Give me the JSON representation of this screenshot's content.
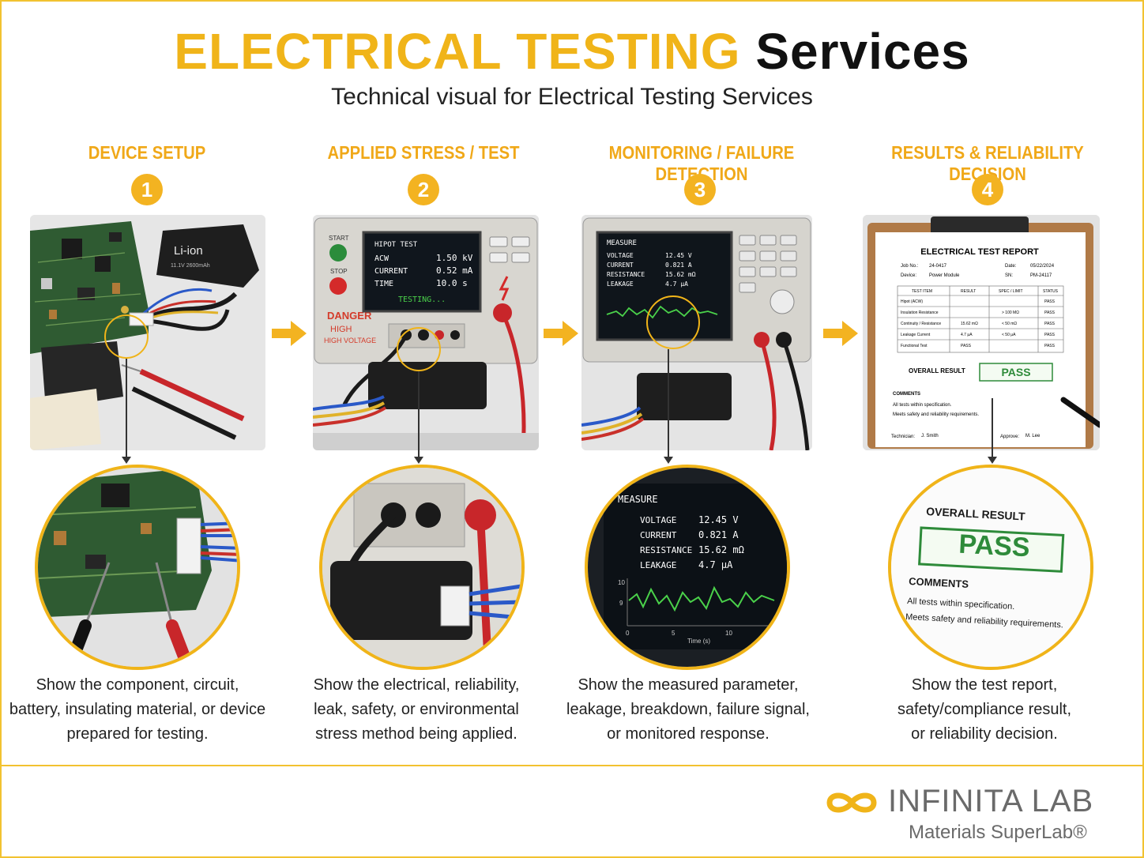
{
  "header": {
    "title_accent": "ELECTRICAL TESTING",
    "title_rest": "Services",
    "subtitle": "Technical visual for Electrical Testing Services"
  },
  "steps": [
    {
      "number": "1",
      "heading": "DEVICE SETUP",
      "caption": [
        "Show the component, circuit,",
        "battery, insulating material, or device",
        "prepared for testing."
      ],
      "battery_label": "Li-ion",
      "battery_spec": "11.1V 2600mAh"
    },
    {
      "number": "2",
      "heading": "APPLIED STRESS / TEST",
      "caption": [
        "Show the electrical, reliability,",
        "leak, safety, or environmental",
        "stress method being applied."
      ],
      "start_label": "START",
      "stop_label": "STOP",
      "danger_label": "DANGER",
      "high_label": "HIGH",
      "high_voltage_label": "HIGH VOLTAGE",
      "screen": {
        "title": "HIPOT TEST",
        "rows": [
          {
            "label": "ACW",
            "value": "1.50 kV"
          },
          {
            "label": "CURRENT",
            "value": "0.52 mA"
          },
          {
            "label": "TIME",
            "value": "10.0 s"
          }
        ],
        "status": "TESTING..."
      }
    },
    {
      "number": "3",
      "heading": "MONITORING / FAILURE DETECTION",
      "caption": [
        "Show the measured parameter,",
        "leakage, breakdown, failure signal,",
        "or monitored response."
      ],
      "screen": {
        "title": "MEASURE",
        "rows": [
          {
            "label": "VOLTAGE",
            "value": "12.45 V"
          },
          {
            "label": "CURRENT",
            "value": "0.821 A"
          },
          {
            "label": "RESISTANCE",
            "value": "15.62 mΩ"
          },
          {
            "label": "LEAKAGE",
            "value": "4.7  μA"
          }
        ],
        "axis_y_top": "10",
        "axis_y_mid": "9",
        "axis_x": [
          "0",
          "5",
          "10"
        ],
        "axis_x_label": "Time (s)"
      }
    },
    {
      "number": "4",
      "heading": "RESULTS & RELIABILITY DECISION",
      "caption": [
        "Show the test report,",
        "safety/compliance result,",
        "or reliability decision."
      ],
      "report": {
        "title": "ELECTRICAL TEST REPORT",
        "job_label": "Job No.:",
        "job": "24-0417",
        "date_label": "Date:",
        "date": "05/22/2024",
        "device_label": "Device:",
        "device": "Power Module",
        "sn_label": "SN:",
        "sn": "PM-24117",
        "columns": [
          "TEST ITEM",
          "RESULT",
          "SPEC / LIMIT",
          "STATUS"
        ],
        "rows": [
          [
            "Hipot (ACW)",
            "",
            "",
            "PASS"
          ],
          [
            "Insulation Resistance",
            "",
            "> 100 MΩ",
            "PASS"
          ],
          [
            "Continuity / Resistance",
            "15.62 mΩ",
            "< 50 mΩ",
            "PASS"
          ],
          [
            "Leakage Current",
            "4.7 μA",
            "< 50 μA",
            "PASS"
          ],
          [
            "Functional Test",
            "PASS",
            "",
            "PASS"
          ]
        ],
        "overall_label": "OVERALL RESULT",
        "overall": "PASS",
        "comments_label": "COMMENTS",
        "comments": [
          "All tests within specification.",
          "Meets safety and reliability requirements."
        ],
        "technician_label": "Technician:",
        "technician": "J. Smith",
        "approve_label": "Approve:",
        "approve": "M. Lee"
      }
    }
  ],
  "brand": {
    "name": "INFINITA LAB",
    "tagline": "Materials SuperLab®",
    "accent": "#f0b419"
  }
}
